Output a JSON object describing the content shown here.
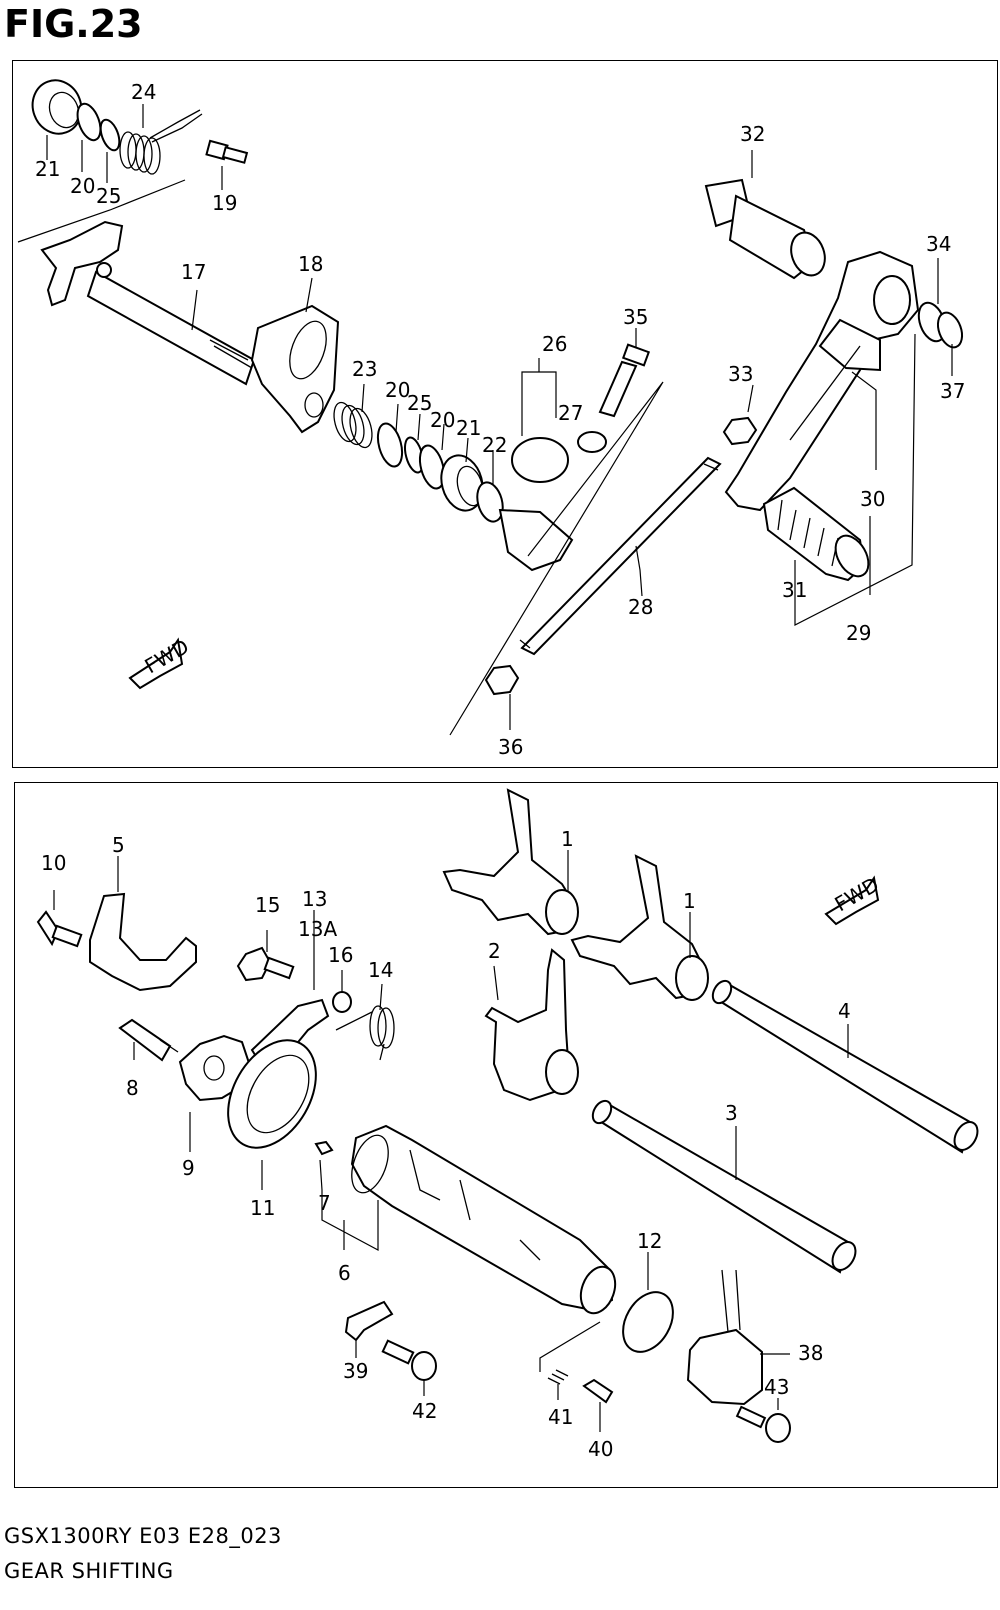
{
  "figure": {
    "title": "FIG.23",
    "model_code": "GSX1300RY E03 E28_023",
    "section_name": "GEAR SHIFTING",
    "fwd_label": "FWD"
  },
  "callouts_top": [
    "24",
    "21",
    "20",
    "25",
    "19",
    "32",
    "34",
    "17",
    "18",
    "35",
    "37",
    "26",
    "33",
    "23",
    "20",
    "25",
    "27",
    "20",
    "21",
    "22",
    "30",
    "28",
    "31",
    "29",
    "36"
  ],
  "callouts_bottom": [
    "1",
    "10",
    "5",
    "13",
    "15",
    "13A",
    "1",
    "16",
    "14",
    "2",
    "4",
    "8",
    "9",
    "3",
    "11",
    "7",
    "12",
    "6",
    "38",
    "43",
    "39",
    "42",
    "41",
    "40"
  ]
}
